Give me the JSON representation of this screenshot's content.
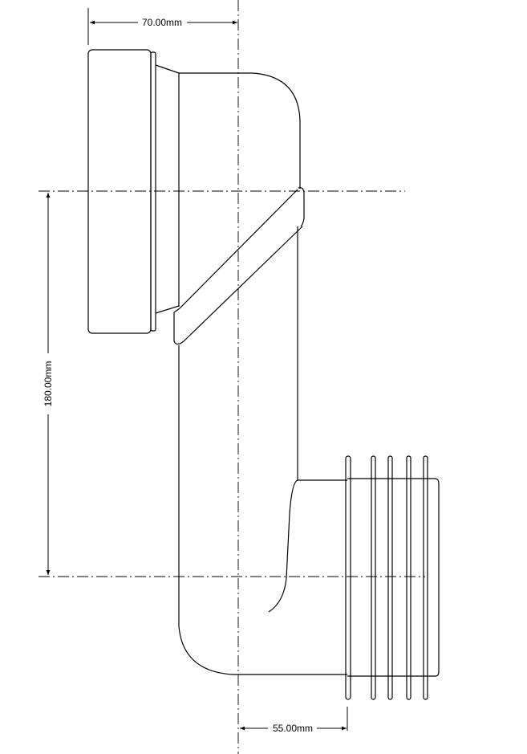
{
  "dimensions": {
    "top_width": "70.00mm",
    "vertical_offset": "180.00mm",
    "bottom_offset": "55.00mm"
  },
  "colors": {
    "line": "#000000",
    "background": "#ffffff"
  }
}
